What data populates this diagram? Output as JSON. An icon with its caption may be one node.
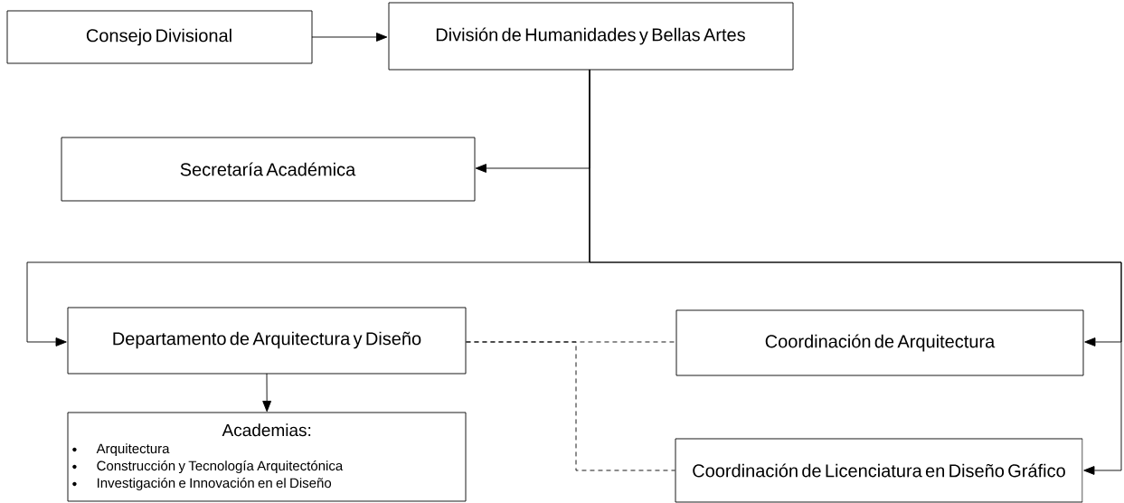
{
  "diagram": {
    "nodes": [
      {
        "text": [
          "Consejo Divisional"
        ]
      },
      {
        "text": [
          "División de Humanidades y Bellas Artes"
        ]
      },
      {
        "text": [
          "Secretaría Académica"
        ]
      },
      {
        "text": [
          "Departamento de Arquitectura y Diseño"
        ]
      },
      {
        "text": [
          "Academias:",
          "Arquitectura",
          "Construcción y Tecnología Arquitectónica",
          "Investigación e Innovación en el Diseño"
        ]
      },
      {
        "text": [
          "Coordinación de Arquitectura"
        ]
      },
      {
        "text": [
          "Coordinación de Licenciatura en Diseño Gráfico"
        ]
      }
    ],
    "edges": [
      {
        "from": 0,
        "to": 1,
        "arrow": "to"
      },
      {
        "from": 1,
        "to": 2,
        "arrow": "to"
      },
      {
        "from": 1,
        "to": 3,
        "arrow": "to"
      },
      {
        "from": 1,
        "to": 5,
        "arrow": "to"
      },
      {
        "from": 1,
        "to": 6,
        "arrow": "to"
      },
      {
        "from": 3,
        "to": 4,
        "arrow": "to"
      },
      {
        "from": 3,
        "to": 5,
        "arrow": "none",
        "style": "dashed"
      },
      {
        "from": 3,
        "to": 6,
        "arrow": "none",
        "style": "dashed"
      }
    ]
  }
}
